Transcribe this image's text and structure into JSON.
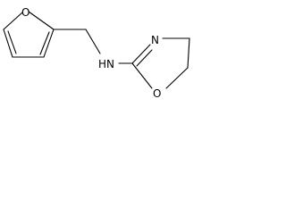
{
  "molecule": {
    "atoms": {
      "furan_oxygen": "O",
      "amine_nitrogen": "HN",
      "ring_nitrogen": "N",
      "ring_oxygen": "O"
    }
  },
  "colors": {
    "bond": "#000000",
    "background": "#ffffff"
  }
}
